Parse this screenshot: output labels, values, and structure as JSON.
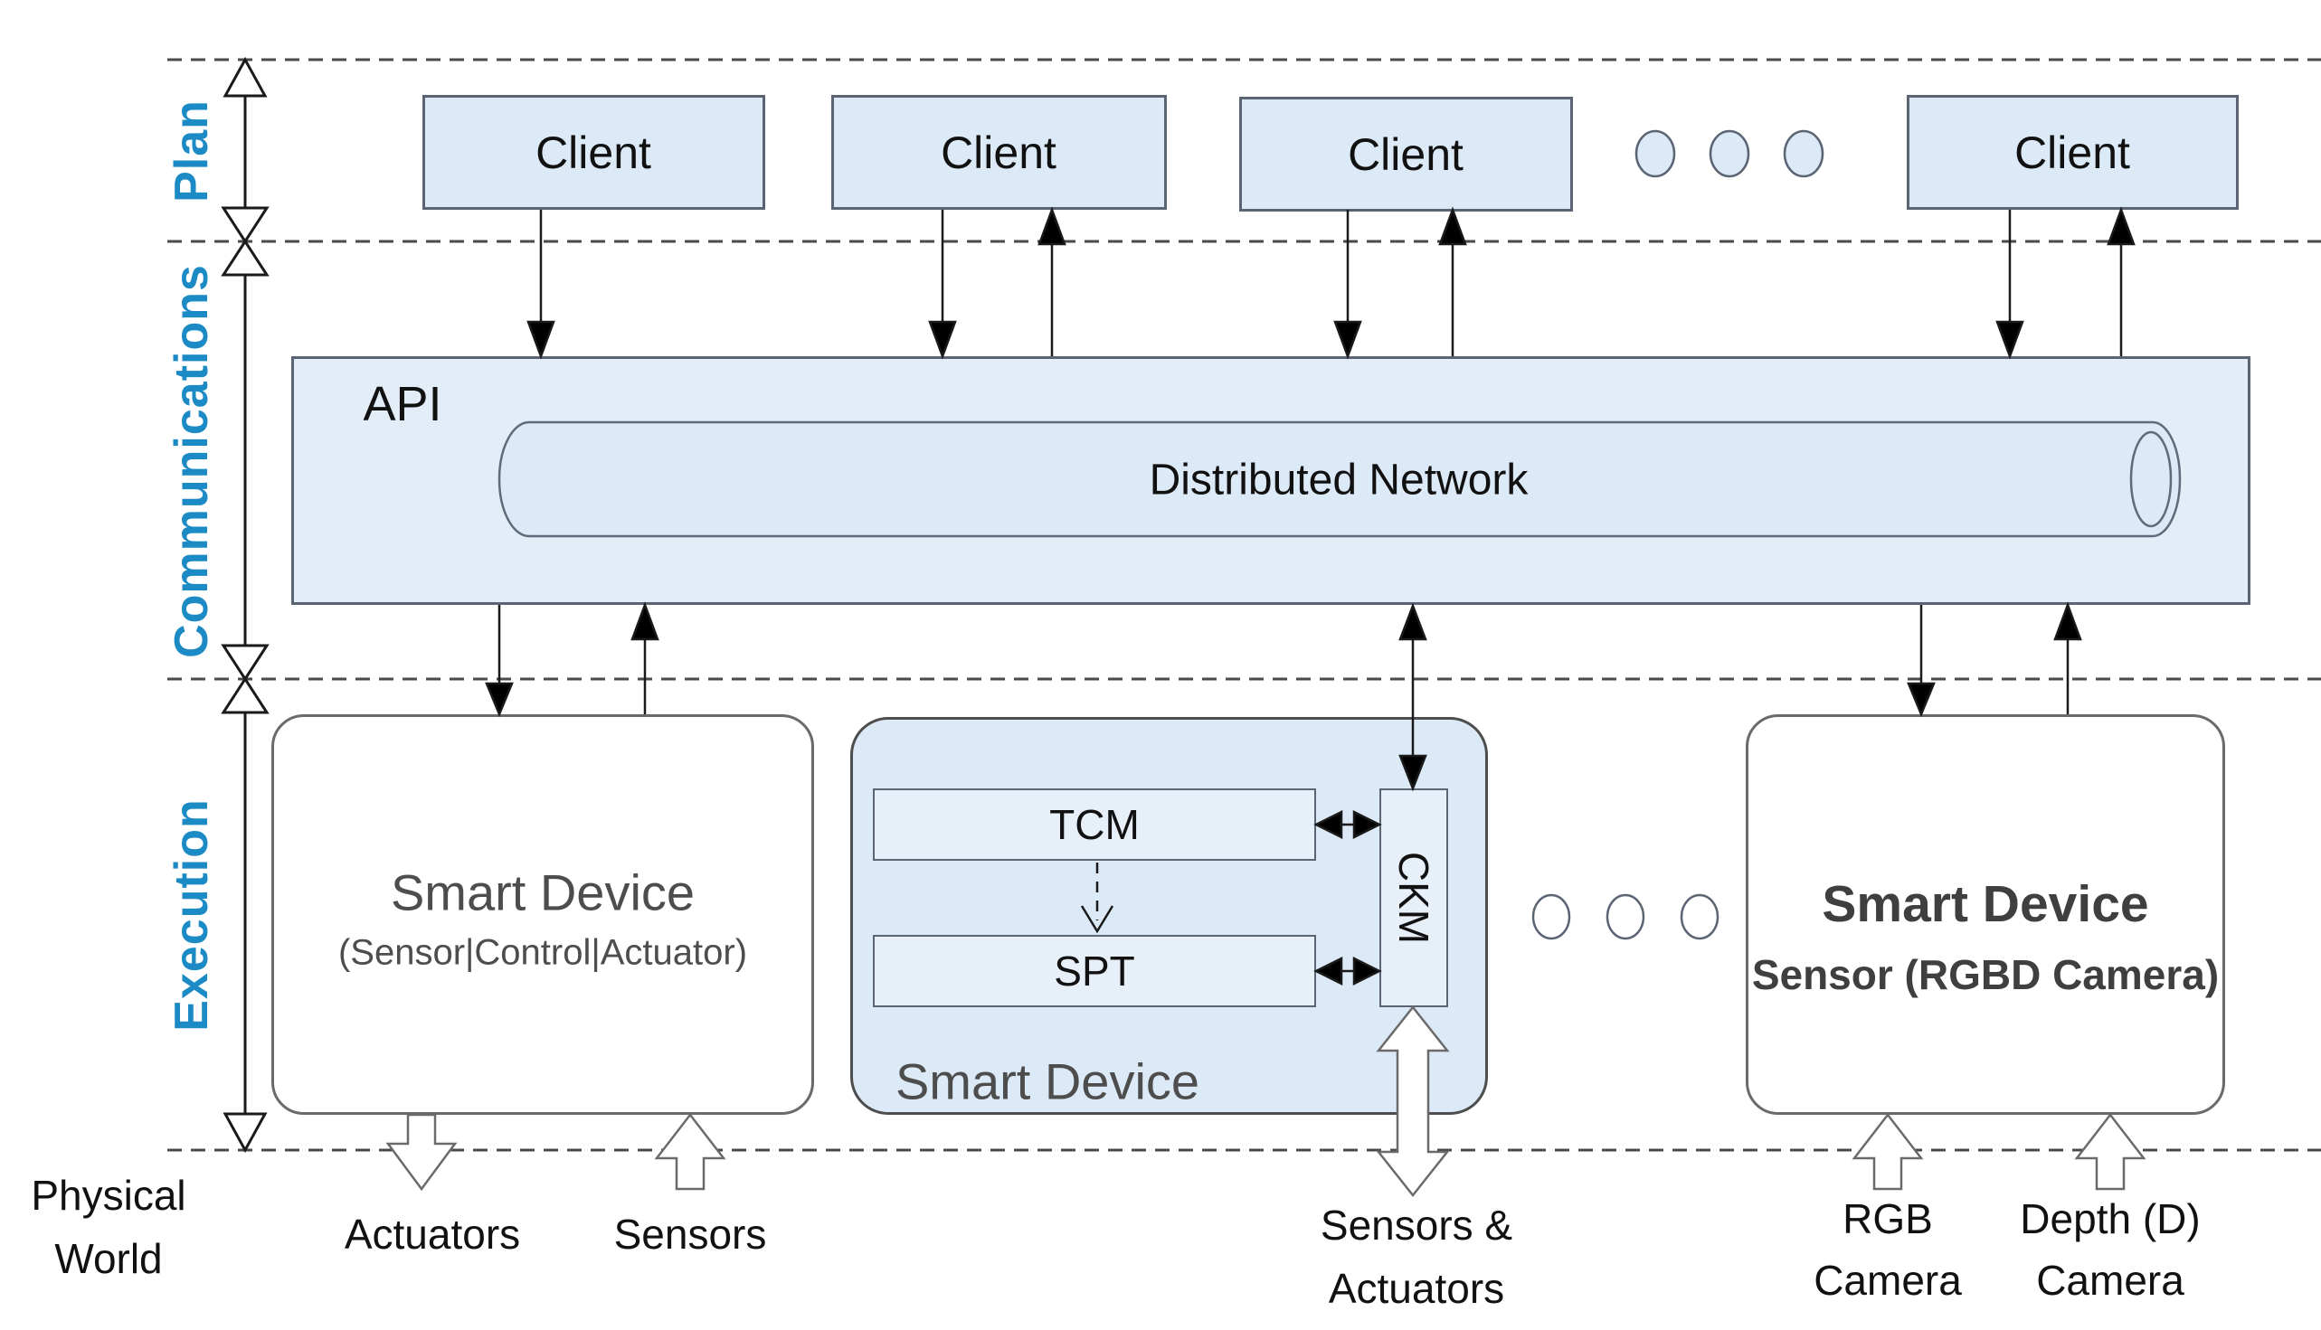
{
  "layers": {
    "plan": "Plan",
    "communications": "Communications",
    "execution": "Execution"
  },
  "physical_world": {
    "line1": "Physical",
    "line2": "World"
  },
  "clients": {
    "labels": [
      "Client",
      "Client",
      "Client",
      "Client"
    ]
  },
  "api": {
    "label": "API",
    "network": "Distributed Network"
  },
  "devices": {
    "left": {
      "title": "Smart Device",
      "subtitle": "(Sensor|Control|Actuator)"
    },
    "middle": {
      "title": "Smart Device",
      "tcm": "TCM",
      "spt": "SPT",
      "ckm": "CKM"
    },
    "right": {
      "title": "Smart Device",
      "subtitle": "Sensor (RGBD Camera)"
    }
  },
  "physical_labels": {
    "actuators": "Actuators",
    "sensors": "Sensors",
    "sensors_actuators": [
      "Sensors &",
      "Actuators"
    ],
    "rgb_camera": [
      "RGB",
      "Camera"
    ],
    "depth_camera": [
      "Depth (D)",
      "Camera"
    ]
  },
  "icons": {
    "client_ellipsis": "ellipsis-dots",
    "device_ellipsis": "ellipsis-dots",
    "network_shape": "cylinder-pipe",
    "layer_axis": "double-headed-axis-arrow"
  },
  "colors": {
    "layer_label_blue": "#1b8ac5",
    "box_fill_blue": "#dce9f6",
    "box_border_gray": "#5a6472",
    "device_text_gray": "#4d4d4d",
    "line_black": "#1a1a1a",
    "background": "#ffffff"
  }
}
